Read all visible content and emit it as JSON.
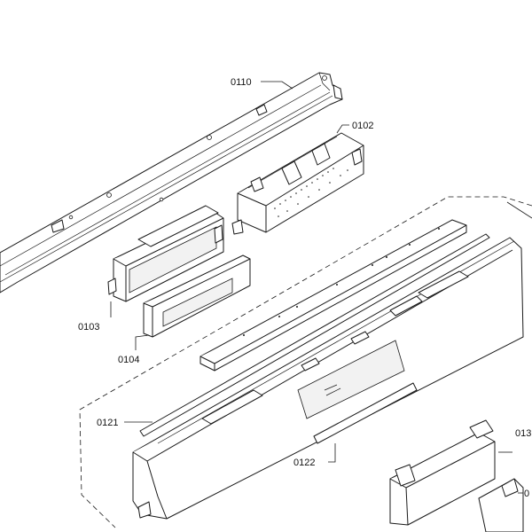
{
  "labels": {
    "p0110": "0110",
    "p0102": "0102",
    "p0103": "0103",
    "p0104": "0104",
    "p0121": "0121",
    "p0122": "0122",
    "p013x": "013",
    "p0x": "0"
  },
  "colors": {
    "line": "#1a1a1a",
    "background": "#ffffff"
  }
}
